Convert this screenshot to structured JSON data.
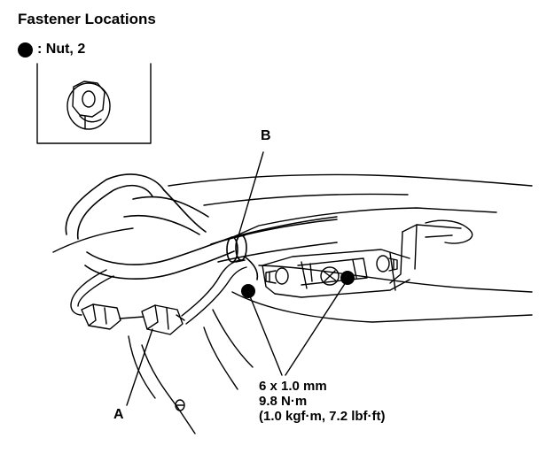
{
  "title": "Fastener Locations",
  "legend": {
    "symbol": "filled-circle",
    "text": ": Nut, 2"
  },
  "callouts": {
    "a": "A",
    "b": "B"
  },
  "torque_spec": {
    "size": "6 x 1.0 mm",
    "torque_nm": "9.8 N·m",
    "torque_alt": "(1.0 kgf·m, 7.2 lbf·ft)"
  }
}
